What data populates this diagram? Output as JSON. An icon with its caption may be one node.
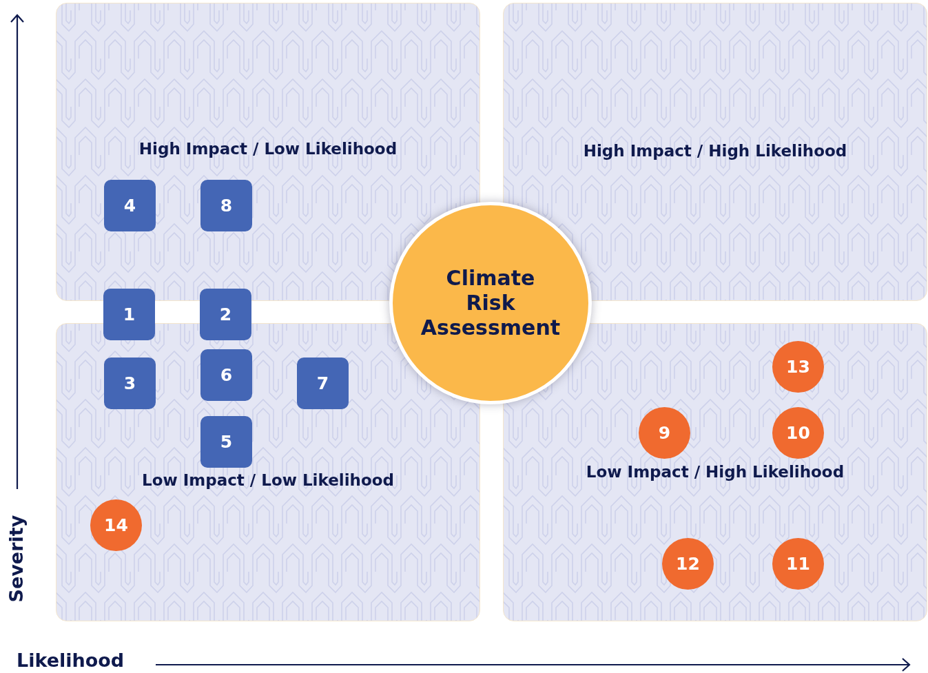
{
  "diagram": {
    "nodes": [
      {
        "text": [
          "High Impact / Low Likelihood"
        ]
      },
      {
        "text": [
          "4"
        ],
        "in": 0
      },
      {
        "text": [
          "8"
        ],
        "in": 0
      },
      {
        "text": [
          "High Impact / High Likelihood"
        ]
      },
      {
        "text": [
          "Climate Risk Assessment"
        ]
      },
      {
        "text": [
          "1"
        ]
      },
      {
        "text": [
          "2"
        ]
      },
      {
        "text": [
          "Low Impact / Low Likelihood"
        ]
      },
      {
        "text": [
          "3"
        ],
        "in": 7
      },
      {
        "text": [
          "6"
        ],
        "in": 7
      },
      {
        "text": [
          "7"
        ],
        "in": 7
      },
      {
        "text": [
          "5"
        ],
        "in": 7
      },
      {
        "text": [
          "14"
        ],
        "in": 7
      },
      {
        "text": [
          "Low Impact / High Likelihood"
        ]
      },
      {
        "text": [
          "13"
        ],
        "in": 13
      },
      {
        "text": [
          "9"
        ],
        "in": 13
      },
      {
        "text": [
          "10"
        ],
        "in": 13
      },
      {
        "text": [
          "12"
        ],
        "in": 13
      },
      {
        "text": [
          "11"
        ],
        "in": 13
      }
    ],
    "edges": [],
    "labels": [
      "Severity",
      "Likelihood"
    ]
  }
}
